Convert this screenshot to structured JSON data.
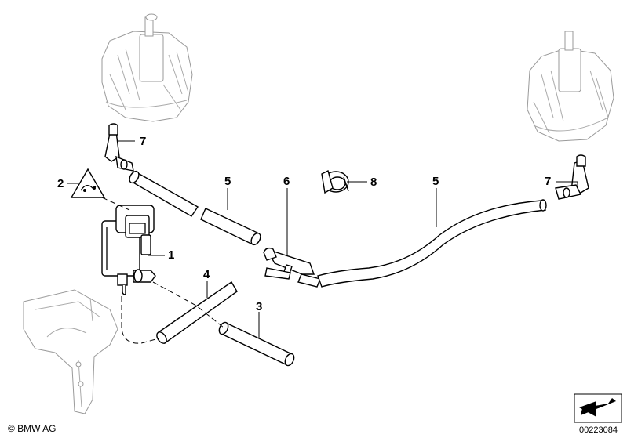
{
  "callouts": [
    {
      "id": "label-7-left",
      "text": "7"
    },
    {
      "id": "label-2",
      "text": "2"
    },
    {
      "id": "label-5-mid",
      "text": "5"
    },
    {
      "id": "label-6",
      "text": "6"
    },
    {
      "id": "label-8",
      "text": "8"
    },
    {
      "id": "label-5-right",
      "text": "5"
    },
    {
      "id": "label-7-right",
      "text": "7"
    },
    {
      "id": "label-1",
      "text": "1"
    },
    {
      "id": "label-4",
      "text": "4"
    },
    {
      "id": "label-3",
      "text": "3"
    }
  ],
  "footer": {
    "copyright": "© BMW AG",
    "diagram_number": "00223084"
  }
}
